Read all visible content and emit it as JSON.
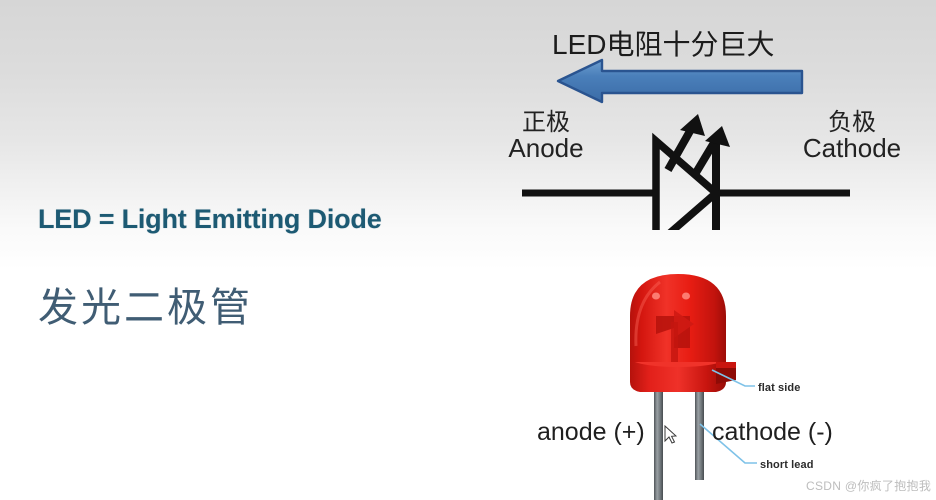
{
  "slide": {
    "background_top_color": "#d6d6d6",
    "background_bottom_color": "#ffffff"
  },
  "left_text": {
    "definition": "LED = Light Emitting Diode",
    "definition_color": "#1d5a73",
    "chinese_name": "发光二极管",
    "chinese_name_color": "#405d74"
  },
  "headline": {
    "text": "LED电阻十分巨大",
    "text_color": "#1c1c1c"
  },
  "arrow": {
    "direction": "left",
    "fill_color": "#4a7fba",
    "border_color": "#2a5490"
  },
  "diode_symbol": {
    "anode": {
      "cn": "正极",
      "en": "Anode"
    },
    "cathode": {
      "cn": "负极",
      "en": "Cathode"
    },
    "stroke_color": "#111111"
  },
  "led_photo": {
    "body_color": "#e01b11",
    "lead_color": "#6e7478",
    "callouts": [
      {
        "name": "flat-side",
        "text": "flat side"
      },
      {
        "name": "short-lead",
        "text": "short lead"
      }
    ],
    "terminals": [
      {
        "name": "anode",
        "text": "anode (+)"
      },
      {
        "name": "cathode",
        "text": "cathode (-)"
      }
    ],
    "leader_line_color": "#7ec2e8"
  },
  "watermark": {
    "text": "CSDN @你疯了抱抱我",
    "color": "#bdbdbd"
  }
}
